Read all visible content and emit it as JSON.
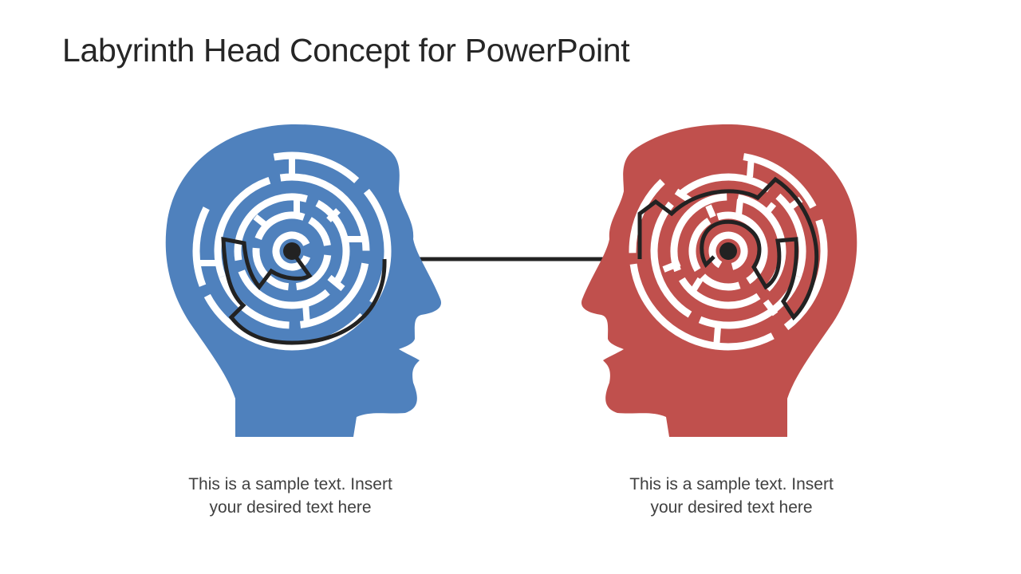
{
  "slide": {
    "title": "Labyrinth Head Concept for PowerPoint"
  },
  "colors": {
    "left_head": "#4F81BD",
    "right_head": "#C0504D",
    "maze_walls": "#FFFFFF",
    "path": "#222222",
    "title_text": "#262626",
    "caption_text": "#404040"
  },
  "heads": [
    {
      "id": "left",
      "color_name": "blue",
      "facing": "right",
      "caption": {
        "line1": "This is a sample text. Insert",
        "line2": "your desired text here"
      }
    },
    {
      "id": "right",
      "color_name": "red",
      "facing": "left",
      "caption": {
        "line1": "This is a sample text. Insert",
        "line2": "your desired text here"
      }
    }
  ],
  "connector": {
    "description": "line connecting the two maze paths"
  }
}
